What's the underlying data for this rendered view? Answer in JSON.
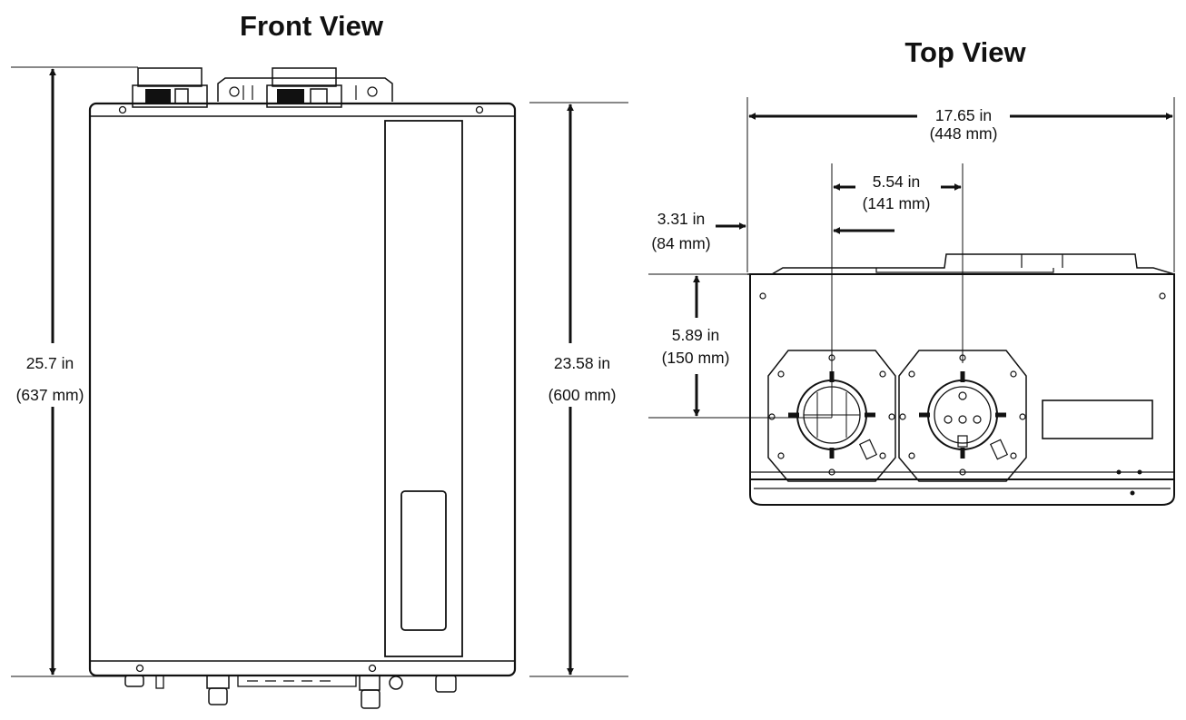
{
  "titles": {
    "front": "Front View",
    "top": "Top View"
  },
  "dimensions": {
    "overall_height": {
      "in": "25.7 in",
      "mm": "(637 mm)"
    },
    "cabinet_height": {
      "in": "23.58 in",
      "mm": "(600 mm)"
    },
    "width": {
      "in": "17.65 in",
      "mm": "(448 mm)"
    },
    "vent_spacing": {
      "in": "5.54 in",
      "mm": "(141 mm)"
    },
    "vent_offset": {
      "in": "3.31 in",
      "mm": "(84 mm)"
    },
    "vent_depth": {
      "in": "5.89 in",
      "mm": "(150 mm)"
    }
  },
  "colors": {
    "line": "#111111",
    "background": "#ffffff"
  }
}
